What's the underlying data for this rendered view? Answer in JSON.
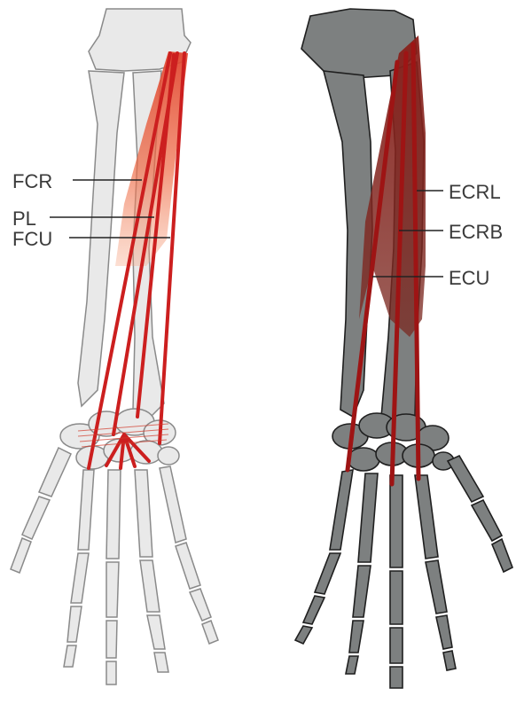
{
  "panels": {
    "flexors": {
      "labels": [
        "FCR",
        "PL",
        "FCU"
      ]
    },
    "extensors": {
      "labels": [
        "ECRL",
        "ECRB",
        "ECU"
      ]
    }
  },
  "colors": {
    "flexor_muscle": "#e0452f",
    "extensor_muscle": "#8a1f1a",
    "light_bone": "#e9e9e9",
    "dark_bone": "#7d8080",
    "tendon": "#cc1f1f"
  }
}
